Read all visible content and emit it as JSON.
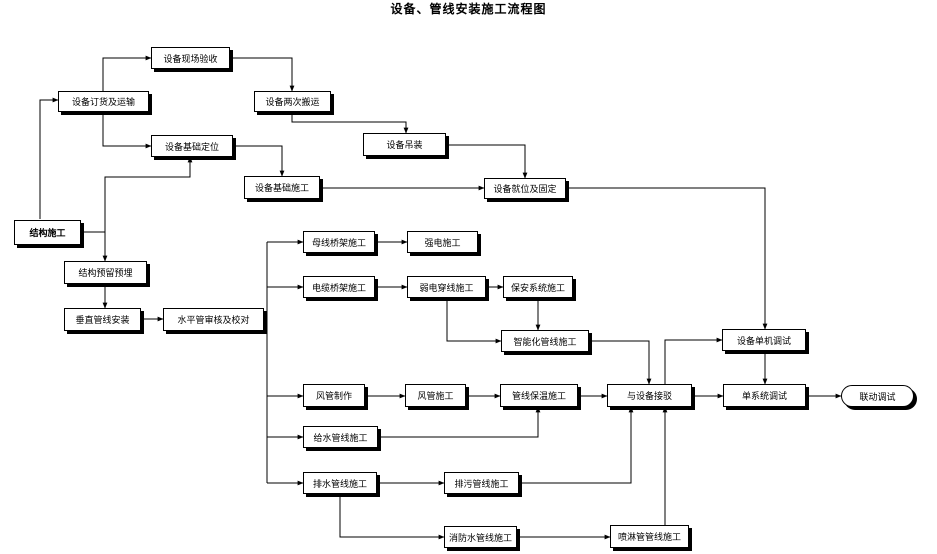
{
  "title": "设备、管线安装施工流程图",
  "nodes": {
    "acceptance": "设备现场验收",
    "ordering": "设备订货及运输",
    "secondary_move": "设备两次搬运",
    "hoisting": "设备吊装",
    "foundation_pos": "设备基础定位",
    "foundation_const": "设备基础施工",
    "placement": "设备就位及固定",
    "structure": "结构施工",
    "busway_tray": "母线桥架施工",
    "strong_elec": "强电施工",
    "cable_tray": "电缆桥架施工",
    "weak_wiring": "弱电穿线施工",
    "security": "保安系统施工",
    "preembed": "结构预留预埋",
    "smart_pipe": "智能化管线施工",
    "vertical_pipe": "垂直管线安装",
    "horizontal_check": "水平管审核及校对",
    "unit_debug": "设备单机调试",
    "duct_make": "风管制作",
    "duct_install": "风管施工",
    "insulation": "管线保温施工",
    "connect": "与设备接驳",
    "system_debug": "单系统调试",
    "joint_debug": "联动调试",
    "water_supply": "给水管线施工",
    "drainage": "排水管线施工",
    "sewage": "排污管线施工",
    "fire_water": "消防水管线施工",
    "sprinkler": "喷淋管管线施工"
  }
}
